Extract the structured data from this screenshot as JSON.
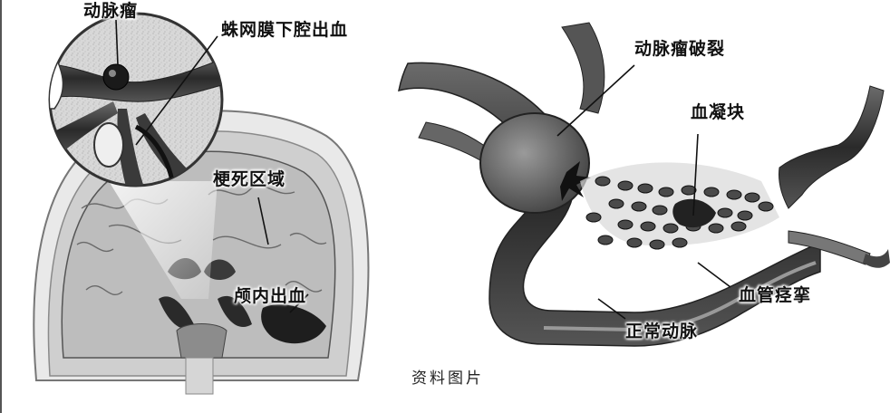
{
  "left_figure": {
    "labels": {
      "aneurysm": "动脉瘤",
      "subarachnoid_hemorrhage": "蛛网膜下腔出血",
      "infarct_area": "梗死区域",
      "intracranial_hemorrhage": "颅内出血"
    }
  },
  "right_figure": {
    "labels": {
      "aneurysm_rupture": "动脉瘤破裂",
      "blood_clot": "血凝块",
      "vasospasm": "血管痉挛",
      "normal_artery": "正常动脉"
    }
  },
  "caption": "资料图片",
  "colors": {
    "vessel_dark": "#2f2f2f",
    "vessel_mid": "#8a8a8a",
    "brain_gray": "#bdbdbd",
    "background": "#ffffff"
  }
}
